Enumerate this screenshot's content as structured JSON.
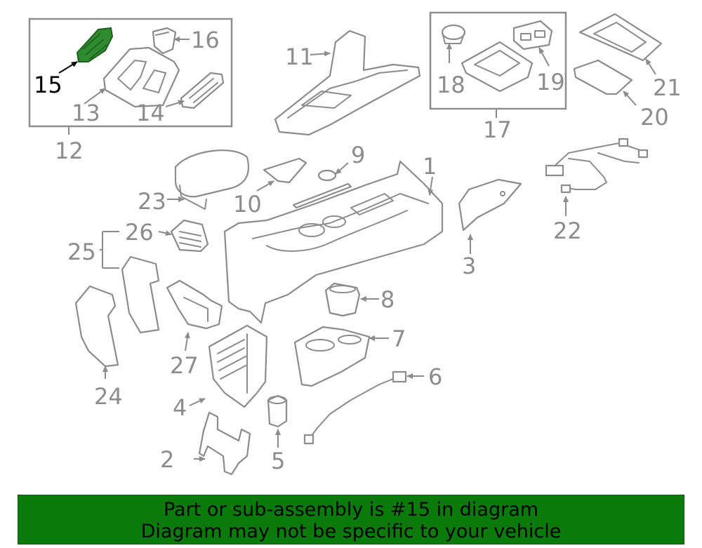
{
  "diagram": {
    "highlighted_part": "15",
    "colors": {
      "line": "#8c8c8c",
      "highlight_fill": "#2e8b2e",
      "banner_bg": "#0a7a0a",
      "banner_text": "#000000"
    },
    "callouts": {
      "c1": "1",
      "c2": "2",
      "c3": "3",
      "c4": "4",
      "c5": "5",
      "c6": "6",
      "c7": "7",
      "c8": "8",
      "c9": "9",
      "c10": "10",
      "c11": "11",
      "c12": "12",
      "c13": "13",
      "c14": "14",
      "c15": "15",
      "c16": "16",
      "c17": "17",
      "c18": "18",
      "c19": "19",
      "c20": "20",
      "c21": "21",
      "c22": "22",
      "c23": "23",
      "c24": "24",
      "c25": "25",
      "c26": "26",
      "c27": "27"
    }
  },
  "banner": {
    "line1": "Part or sub-assembly is #15 in diagram",
    "line2": "Diagram may not be specific to your vehicle"
  }
}
